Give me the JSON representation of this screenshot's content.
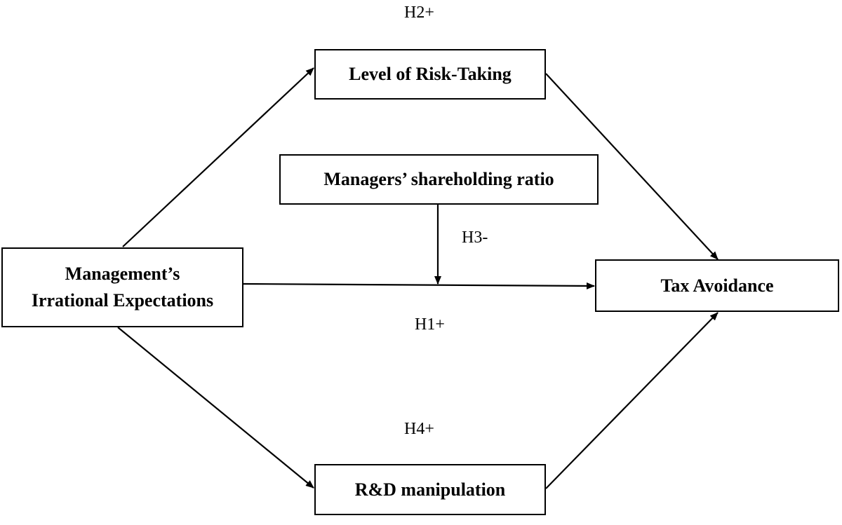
{
  "nodes": {
    "irrational_expectations": {
      "line1": "Management’s",
      "line2": "Irrational Expectations"
    },
    "risk_taking": "Level of Risk-Taking",
    "shareholding_ratio": "Managers’ shareholding ratio",
    "tax_avoidance": "Tax Avoidance",
    "rd_manipulation": "R&D manipulation"
  },
  "hypotheses": {
    "h1": "H1+",
    "h2": "H2+",
    "h3": "H3-",
    "h4": "H4+"
  },
  "edges": [
    {
      "from": "Management’s Irrational Expectations",
      "to": "Level of Risk-Taking"
    },
    {
      "from": "Level of Risk-Taking",
      "to": "Tax Avoidance"
    },
    {
      "from": "Management’s Irrational Expectations",
      "to": "Tax Avoidance",
      "label": "H1+"
    },
    {
      "from": "Managers’ shareholding ratio",
      "to": "H1 path",
      "label": "H3-"
    },
    {
      "from": "Management’s Irrational Expectations",
      "to": "R&D manipulation"
    },
    {
      "from": "R&D manipulation",
      "to": "Tax Avoidance"
    }
  ]
}
